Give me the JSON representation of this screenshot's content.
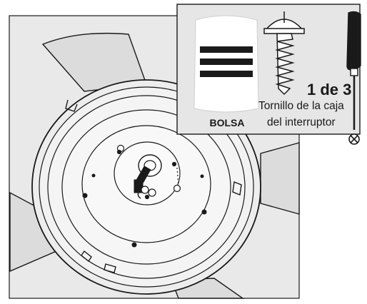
{
  "inset": {
    "bag_label": "BOLSA",
    "quantity": "1 de 3",
    "part_line1": "Tornillo de la caja",
    "part_line2": "del interruptor"
  },
  "colors": {
    "line": "#1a1a1a",
    "fan_fill": "#dcdcdc",
    "inset_fill": "#e6e6e6",
    "bag_fill": "#ffffff"
  },
  "icons": [
    "bag-icon",
    "screw-icon",
    "screwdriver-icon",
    "phillips-head-icon"
  ]
}
